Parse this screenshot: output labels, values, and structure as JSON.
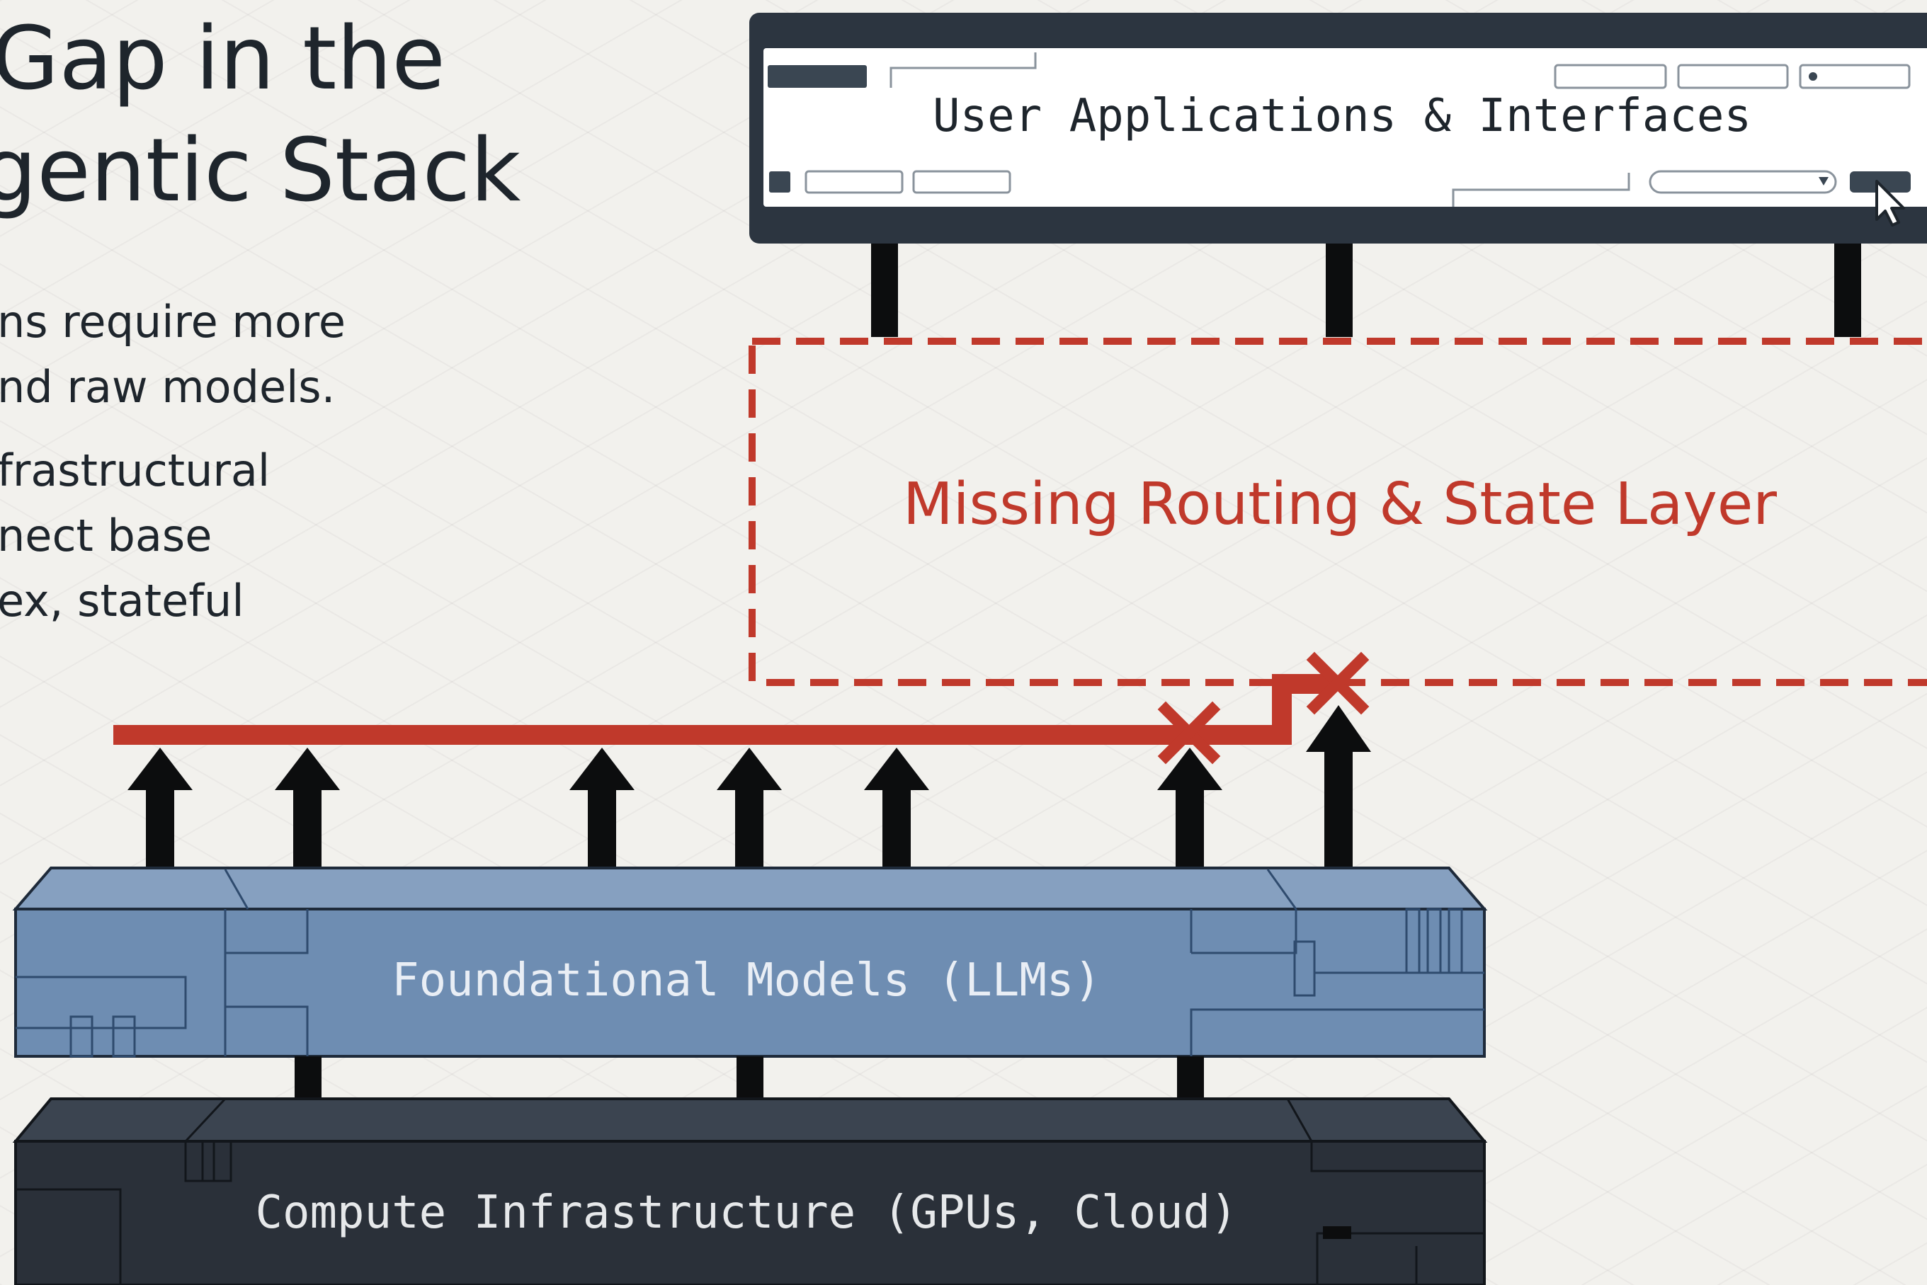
{
  "heading": {
    "line1": "Gap in the",
    "line2": "gentic Stack"
  },
  "body": {
    "p1": [
      "ns require more",
      "nd raw models."
    ],
    "p2": [
      "frastructural",
      "nect base",
      "ex, stateful"
    ]
  },
  "layers": {
    "applications": "User Applications & Interfaces",
    "missing": "Missing Routing & State Layer",
    "models": "Foundational Models (LLMs)",
    "compute": "Compute Infrastructure (GPUs, Cloud)"
  },
  "colors": {
    "background": "#f2f1ed",
    "ink": "#1e252c",
    "missing_red": "#c0392b",
    "model_blue": "#6e8db2",
    "compute_dark": "#2a3039"
  },
  "icons": {
    "arrows": "up-arrow-icon",
    "blocked": "x-mark-icon",
    "cursor": "cursor-icon"
  }
}
